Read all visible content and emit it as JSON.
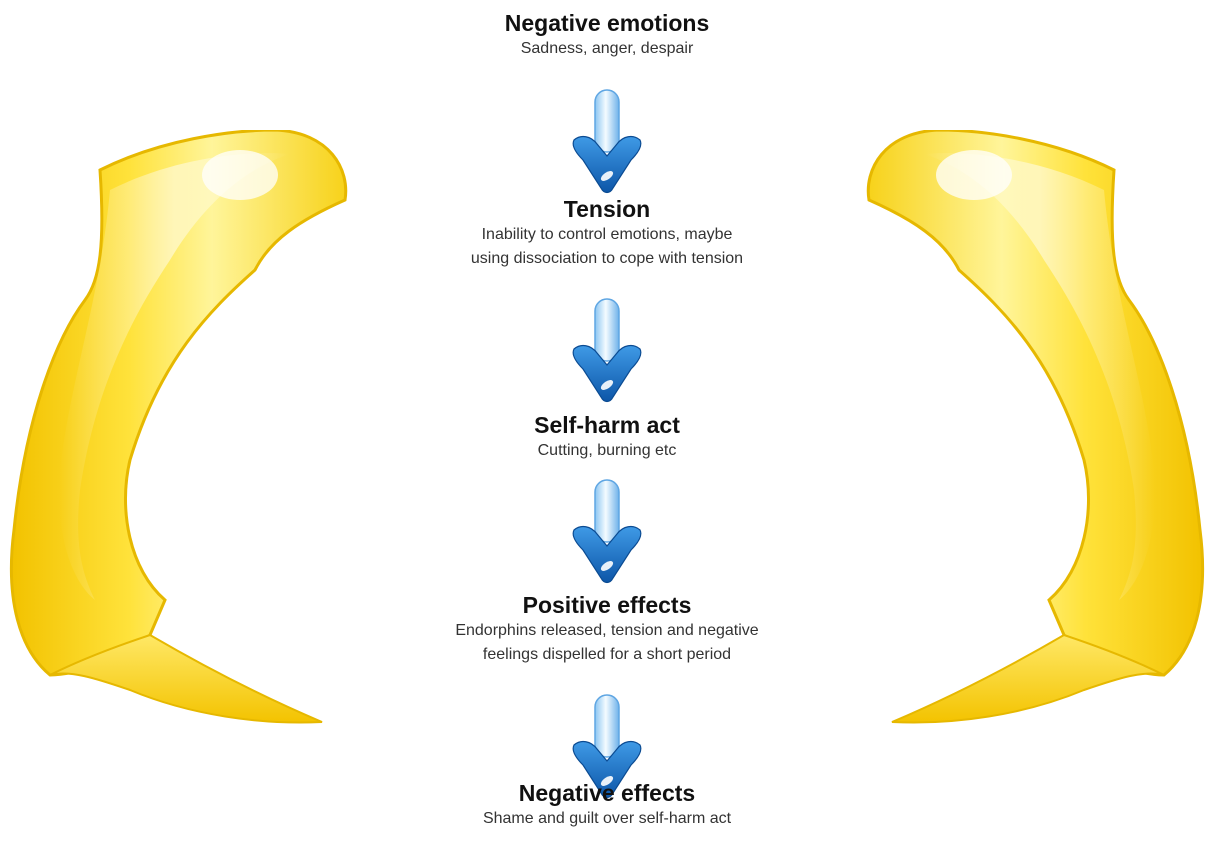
{
  "colors": {
    "curl_main": "#f5d21c",
    "curl_light": "#fff7b0",
    "curl_shadow": "#e0b000",
    "arrow_main": "#1e78d2",
    "arrow_light": "#bfe3ff",
    "arrow_dark": "#0c4f9a"
  },
  "icons": {
    "cycle_arrow": "curved-arrow-icon",
    "step_arrow": "down-arrow-icon"
  },
  "steps": [
    {
      "title": "Negative emotions",
      "desc_lines": [
        "Sadness, anger, despair"
      ]
    },
    {
      "title": "Tension",
      "desc_lines": [
        "Inability to control emotions, maybe",
        "using dissociation to cope with tension"
      ]
    },
    {
      "title": "Self-harm act",
      "desc_lines": [
        "Cutting, burning etc"
      ]
    },
    {
      "title": "Positive effects",
      "desc_lines": [
        "Endorphins released, tension and negative",
        "feelings dispelled for a short period"
      ]
    },
    {
      "title": "Negative effects",
      "desc_lines": [
        "Shame and guilt over self-harm act"
      ]
    }
  ]
}
